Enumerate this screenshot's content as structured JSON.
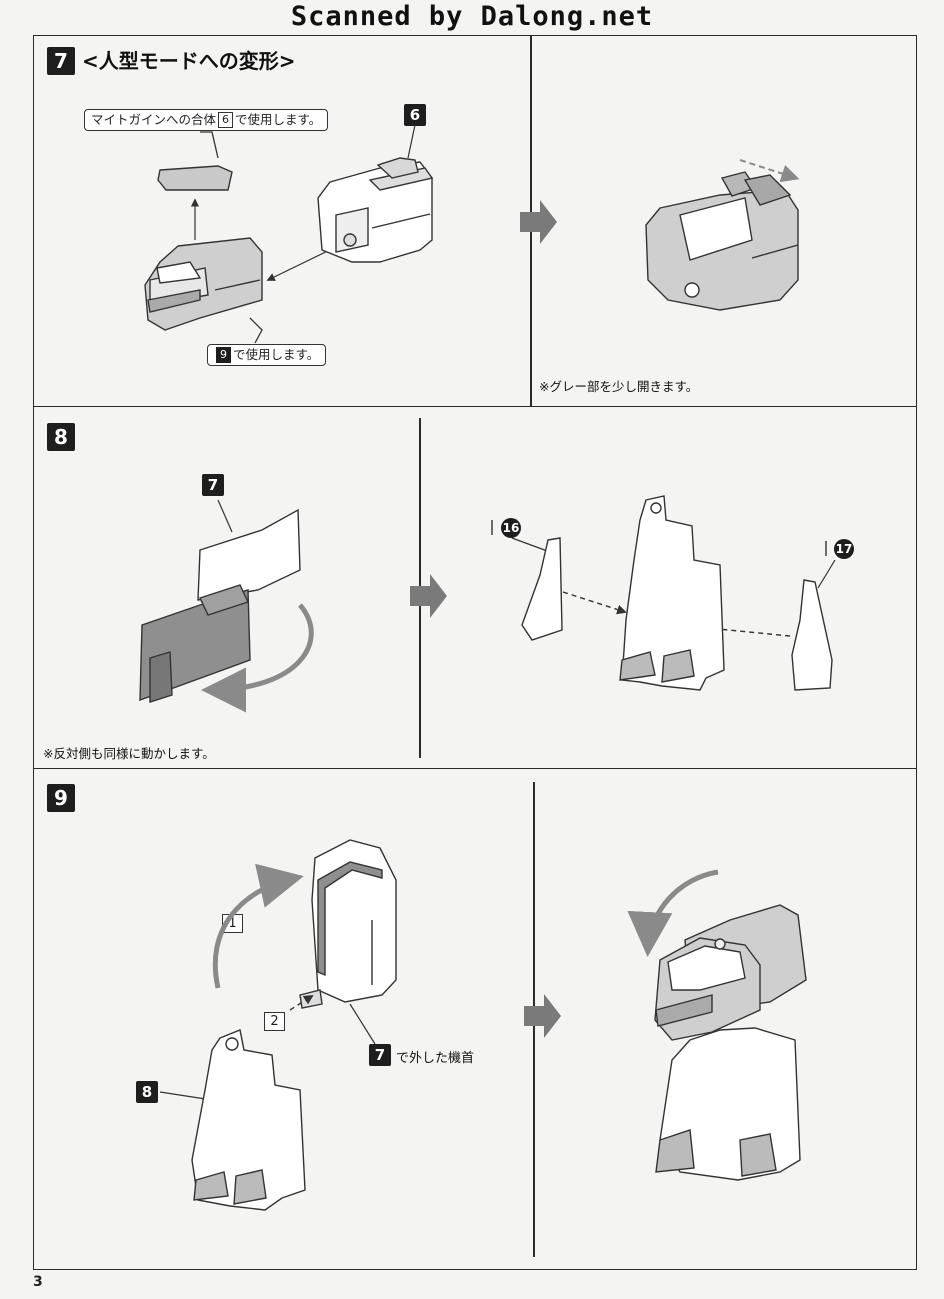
{
  "header": {
    "watermark": "Scanned by Dalong.net"
  },
  "step7": {
    "number": "7",
    "title": "<人型モードへの変形>",
    "part_label": "6",
    "callout_combine_pre": "マイトガインへの合体",
    "callout_combine_num": "6",
    "callout_combine_post": "で使用します。",
    "callout_use_num": "9",
    "callout_use_post": "で使用します。",
    "note": "※グレー部を少し開きます。"
  },
  "step8": {
    "number": "8",
    "part_label": "7",
    "note": "※反対側も同様に動かします。",
    "part_16": "16",
    "part_17": "17"
  },
  "step9": {
    "number": "9",
    "order_1": "1",
    "order_2": "2",
    "label_7_num": "7",
    "label_7_text": "で外した機首",
    "part_label": "8"
  },
  "footer": {
    "page_number": "3"
  },
  "colors": {
    "ink": "#1e1e1e",
    "gray_part": "#8a8a8a",
    "paper": "#f4f4f2"
  }
}
